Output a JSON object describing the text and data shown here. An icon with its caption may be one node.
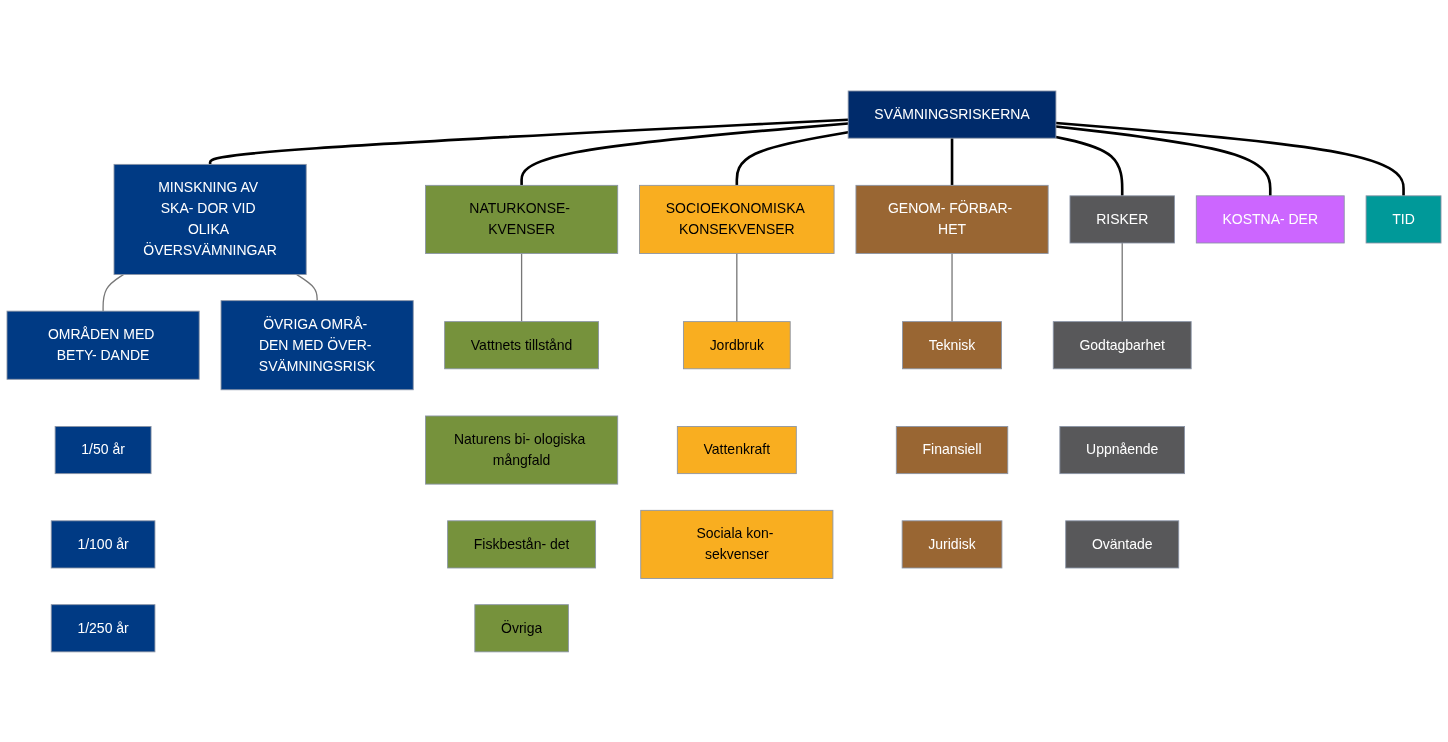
{
  "diagram": {
    "nodes": [
      {
        "text": [
          "SVÄMNINGSRISKERNA"
        ]
      },
      {
        "text": [
          "MINSKNING AV SKA- DOR VID OLIKA ÖVERSVÄMNINGAR"
        ]
      },
      {
        "text": [
          "NATURKONSE- KVENSER"
        ]
      },
      {
        "text": [
          "SOCIOEKONOMISKA KONSEKVENSER"
        ]
      },
      {
        "text": [
          "GENOM- FÖRBAR- HET"
        ]
      },
      {
        "text": [
          "RISKER"
        ]
      },
      {
        "text": [
          "KOSTNA- DER"
        ]
      },
      {
        "text": [
          "TID"
        ]
      },
      {
        "text": [
          "OMRÅDEN MED BETY- DANDE"
        ]
      },
      {
        "text": [
          "ÖVRIGA OMRÅ- DEN MED ÖVER- SVÄMNINGSRISK"
        ]
      },
      {
        "text": [
          "1/50 år"
        ]
      },
      {
        "text": [
          "1/100 år"
        ]
      },
      {
        "text": [
          "1/250 år"
        ]
      },
      {
        "text": [
          "Vattnets tillstånd"
        ]
      },
      {
        "text": [
          "Naturens bi- ologiska mångfald"
        ]
      },
      {
        "text": [
          "Fiskbestån- det"
        ]
      },
      {
        "text": [
          "Övriga"
        ]
      },
      {
        "text": [
          "Jordbruk"
        ]
      },
      {
        "text": [
          "Vattenkraft"
        ]
      },
      {
        "text": [
          "Sociala kon- sekvenser"
        ]
      },
      {
        "text": [
          "Teknisk"
        ]
      },
      {
        "text": [
          "Finansiell"
        ]
      },
      {
        "text": [
          "Juridisk"
        ]
      },
      {
        "text": [
          "Godtagbarhet"
        ]
      },
      {
        "text": [
          "Uppnående"
        ]
      },
      {
        "text": [
          "Oväntade"
        ]
      }
    ],
    "edges": [
      {
        "from": 0,
        "to": 1,
        "arrow": "none"
      },
      {
        "from": 0,
        "to": 2,
        "arrow": "none"
      },
      {
        "from": 0,
        "to": 3,
        "arrow": "none"
      },
      {
        "from": 0,
        "to": 4,
        "arrow": "none"
      },
      {
        "from": 0,
        "to": 5,
        "arrow": "none"
      },
      {
        "from": 0,
        "to": 6,
        "arrow": "none"
      },
      {
        "from": 0,
        "to": 7,
        "arrow": "none"
      },
      {
        "from": 1,
        "to": 8,
        "arrow": "none",
        "color": "#777777"
      },
      {
        "from": 1,
        "to": 9,
        "arrow": "none",
        "color": "#777777"
      },
      {
        "from": 2,
        "to": 13,
        "arrow": "none",
        "color": "#777777"
      },
      {
        "from": 3,
        "to": 17,
        "arrow": "none",
        "color": "#777777"
      },
      {
        "from": 4,
        "to": 20,
        "arrow": "none",
        "color": "#777777"
      },
      {
        "from": 5,
        "to": 23,
        "arrow": "none",
        "color": "#777777"
      }
    ]
  }
}
